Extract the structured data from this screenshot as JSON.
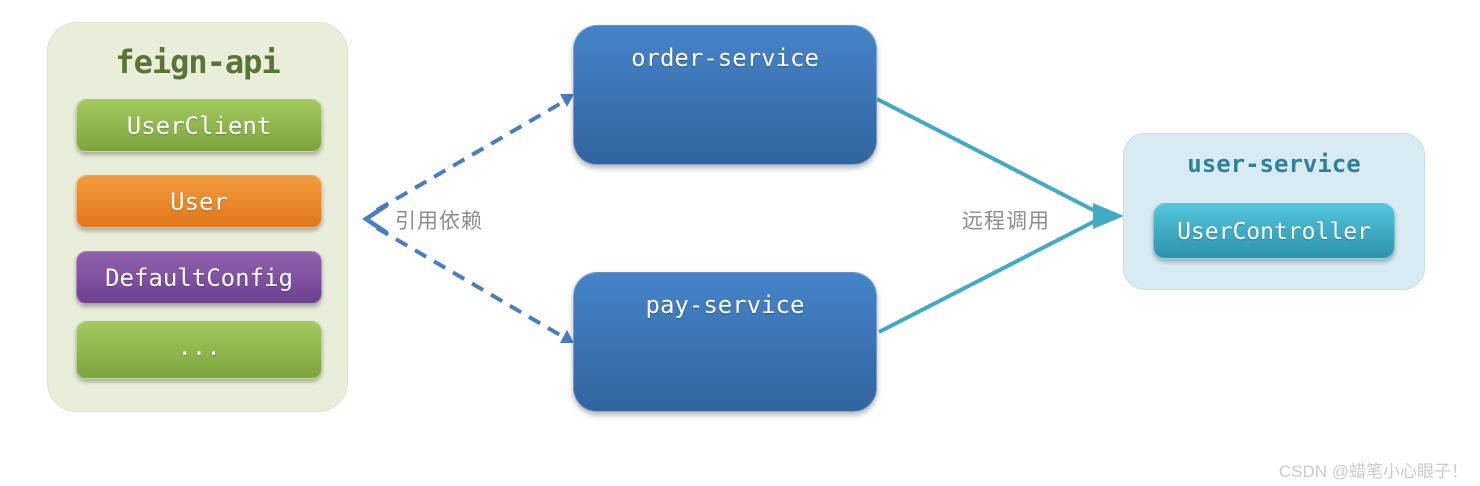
{
  "feign_api": {
    "title": "feign-api",
    "items": [
      {
        "label": "UserClient",
        "color": "green"
      },
      {
        "label": "User",
        "color": "orange"
      },
      {
        "label": "DefaultConfig",
        "color": "purple"
      },
      {
        "label": "...",
        "color": "green"
      }
    ]
  },
  "services": [
    {
      "label": "order-service"
    },
    {
      "label": "pay-service"
    }
  ],
  "user_service": {
    "title": "user-service",
    "items": [
      {
        "label": "UserController"
      }
    ]
  },
  "edges": {
    "dependency_label": "引用依赖",
    "remote_call_label": "远程调用"
  },
  "watermark": {
    "text": "CSDN @蜡笔小心眼子！"
  },
  "colors": {
    "panel_green_bg": "#e9eedb",
    "panel_blue_bg": "#d8ebf3",
    "item_green_top": "#a3ca5f",
    "item_green_bottom": "#7da33e",
    "item_orange_top": "#f29b3d",
    "item_orange_bottom": "#e0771b",
    "item_purple_top": "#9161ae",
    "item_purple_bottom": "#6d4190",
    "service_blue_top": "#4584c9",
    "service_blue_bottom": "#32649f",
    "controller_teal_top": "#52c5dc",
    "controller_teal_bottom": "#2d93ab",
    "edge_blue": "#4a7cc0",
    "edge_teal": "#41abc5",
    "title_green": "#5a7434",
    "title_teal": "#2e819b",
    "label_gray": "#8d8d8d",
    "watermark_gray": "#cbcbcb"
  }
}
